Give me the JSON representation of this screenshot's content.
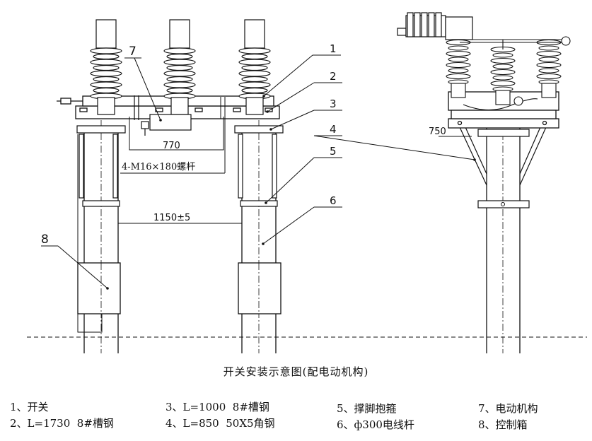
{
  "labels": {
    "n1": "1",
    "n2": "2",
    "n3": "3",
    "n4": "4",
    "n5": "5",
    "n6": "6",
    "n7": "7",
    "n8": "8"
  },
  "dimensions": {
    "d770": "770",
    "bolt": "4-M16×180螺杆",
    "spacing": "1150±5",
    "d750": "750"
  },
  "caption": "开关安装示意图(配电动机构)",
  "legend": [
    "1、开关",
    "2、L=1730  8#槽钢",
    "3、L=1000  8#槽钢",
    "4、L=850  50X5角钢",
    "5、撑脚抱箍",
    "6、ф300电线杆",
    "7、电动机构",
    "8、控制箱"
  ]
}
